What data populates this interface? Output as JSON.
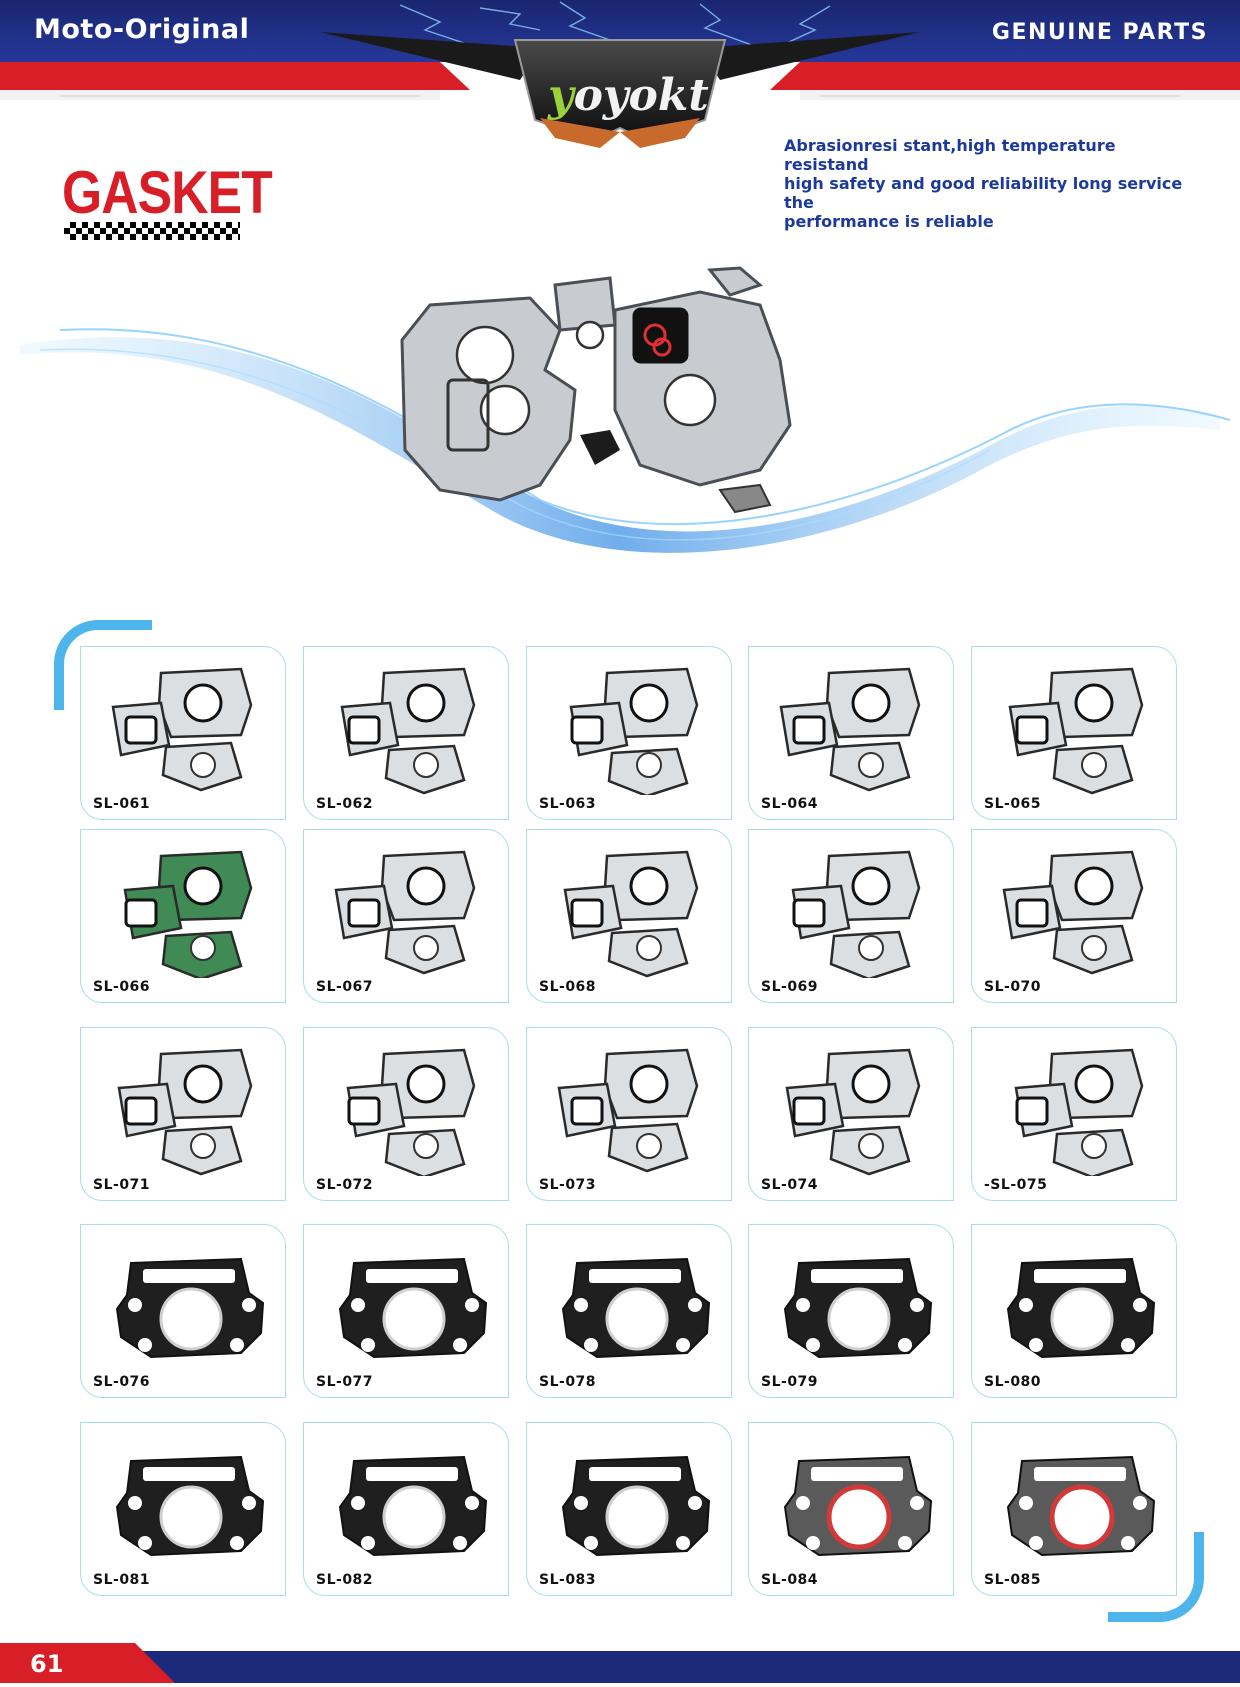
{
  "header": {
    "left_brand": "Moto-Original",
    "right_brand": "GENUINE PARTS",
    "logo_first": "y",
    "logo_rest": "oyokt"
  },
  "title": "GASKET",
  "tagline": [
    "Abrasionresi stant,high  temperature resistand",
    "high safety and good reliability long service the",
    "performance is reliable"
  ],
  "colors": {
    "navy": "#1b2a7a",
    "red": "#d81e26",
    "accent_blue": "#4db5ec",
    "card_border": "#a9dde8"
  },
  "products": [
    {
      "code": "SL-061",
      "kind": "set"
    },
    {
      "code": "SL-062",
      "kind": "set"
    },
    {
      "code": "SL-063",
      "kind": "set"
    },
    {
      "code": "SL-064",
      "kind": "set"
    },
    {
      "code": "SL-065",
      "kind": "set"
    },
    {
      "code": "SL-066",
      "kind": "set-green"
    },
    {
      "code": "SL-067",
      "kind": "set"
    },
    {
      "code": "SL-068",
      "kind": "set"
    },
    {
      "code": "SL-069",
      "kind": "set"
    },
    {
      "code": "SL-070",
      "kind": "set"
    },
    {
      "code": "SL-071",
      "kind": "set"
    },
    {
      "code": "SL-072",
      "kind": "set"
    },
    {
      "code": "SL-073",
      "kind": "set"
    },
    {
      "code": "SL-074",
      "kind": "set"
    },
    {
      "code": "-SL-075",
      "kind": "set"
    },
    {
      "code": "SL-076",
      "kind": "head"
    },
    {
      "code": "SL-077",
      "kind": "head"
    },
    {
      "code": "SL-078",
      "kind": "head"
    },
    {
      "code": "SL-079",
      "kind": "head"
    },
    {
      "code": "SL-080",
      "kind": "head"
    },
    {
      "code": "SL-081",
      "kind": "head"
    },
    {
      "code": "SL-082",
      "kind": "head"
    },
    {
      "code": "SL-083",
      "kind": "head"
    },
    {
      "code": "SL-084",
      "kind": "head-red"
    },
    {
      "code": "SL-085",
      "kind": "head-red"
    }
  ],
  "page_number": "61"
}
